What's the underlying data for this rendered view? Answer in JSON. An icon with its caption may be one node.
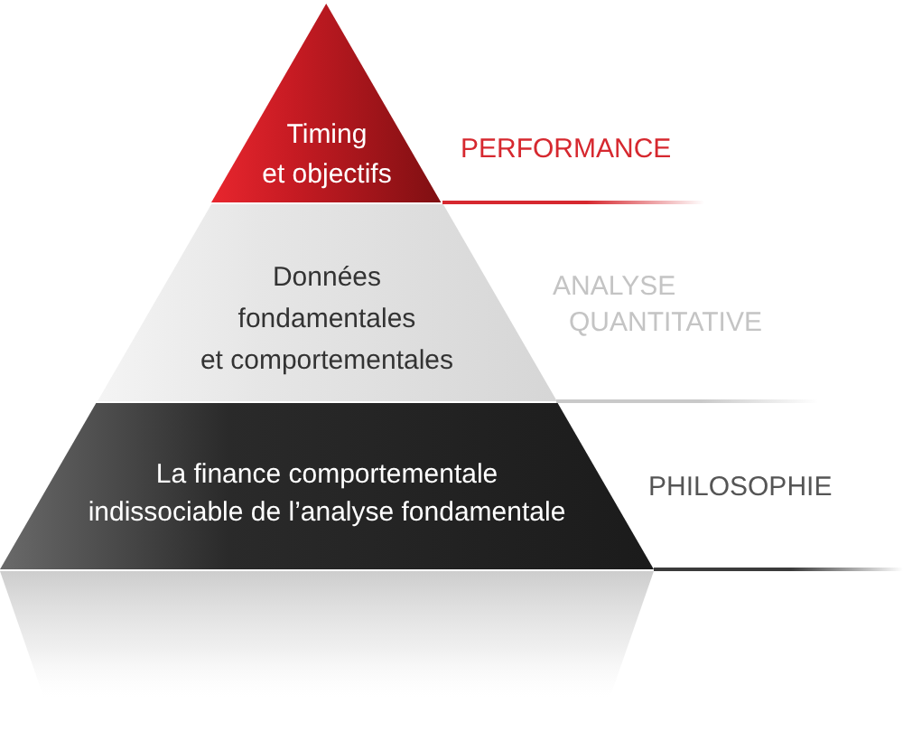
{
  "diagram": {
    "nodes": [
      {
        "text": [
          "Timing et objectifs"
        ],
        "beside": [
          "PERFORMANCE"
        ]
      },
      {
        "text": [
          "Données fondamentales et comportementales"
        ],
        "beside": [
          "ANALYSE QUANTITATIVE"
        ]
      },
      {
        "text": [
          "La finance comportementale indissociable de l’analyse fondamentale"
        ],
        "beside": [
          "PHILOSOPHIE"
        ]
      }
    ]
  }
}
